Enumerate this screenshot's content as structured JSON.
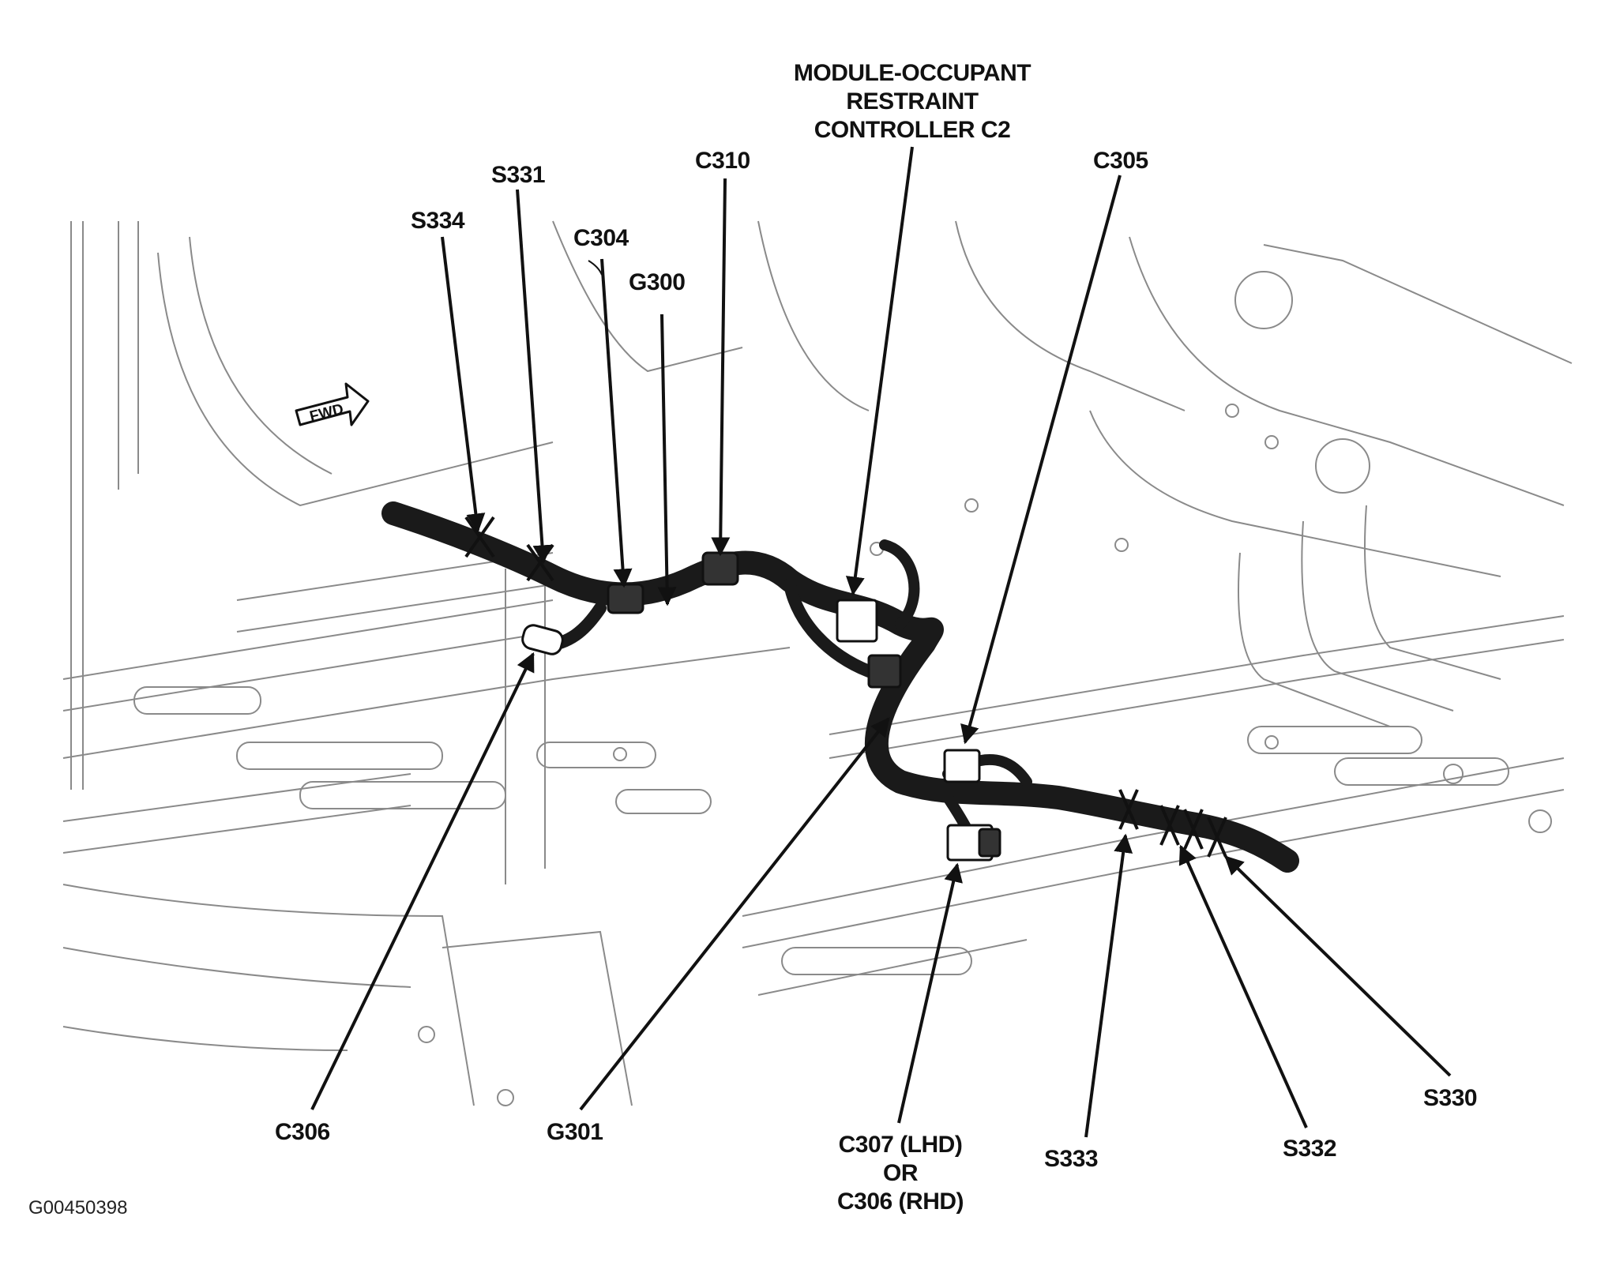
{
  "labels": {
    "module": [
      "MODULE-OCCUPANT",
      "RESTRAINT",
      "CONTROLLER C2"
    ],
    "c305": "C305",
    "c310": "C310",
    "s331": "S331",
    "s334": "S334",
    "c304": "C304",
    "g300": "G300",
    "c306": "C306",
    "g301": "G301",
    "c307": [
      "C307 (LHD)",
      "OR",
      "C306 (RHD)"
    ],
    "s333": "S333",
    "s332": "S332",
    "s330": "S330"
  },
  "fwd_badge": "FWD",
  "figure_id": "G00450398",
  "colors": {
    "ink": "#111111",
    "harness": "#1a1a1a",
    "line_art": "#8a8a8a",
    "background": "#ffffff"
  }
}
